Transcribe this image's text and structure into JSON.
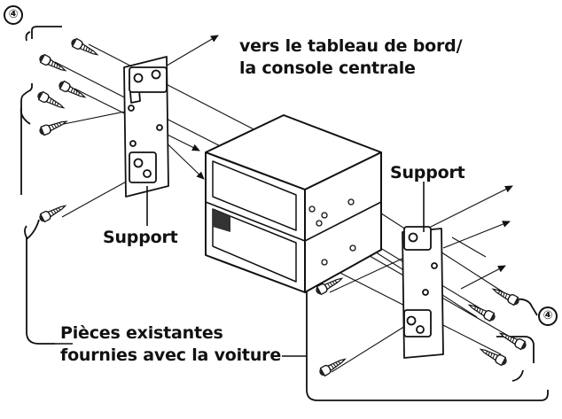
{
  "labels": {
    "destination_line1": "vers le tableau de bord/",
    "destination_line2": "la console centrale",
    "support_left": "Support",
    "support_right": "Support",
    "existing_parts_line1": "Pièces existantes",
    "existing_parts_line2": "fournies avec la voiture"
  },
  "callouts": {
    "top_left": "④",
    "right": "④"
  }
}
